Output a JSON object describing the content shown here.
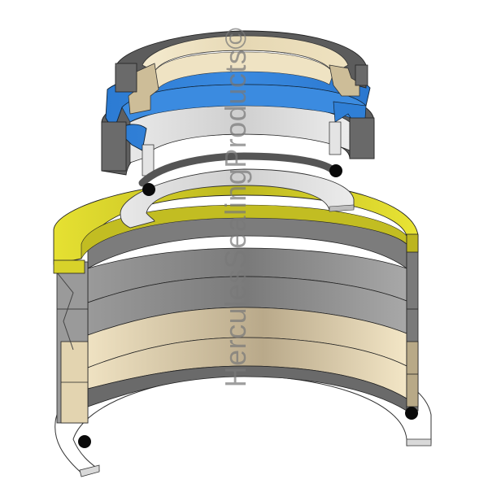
{
  "watermark": "HerculesSealingProducts©",
  "colors": {
    "background": "#ffffff",
    "dark_gray": "#5f5f5f",
    "mid_gray": "#8a8a8a",
    "light_gray": "#d8d8d8",
    "blue": "#2f7fd6",
    "tan": "#dccca8",
    "tan_dark": "#bfb08e",
    "yellow": "#e6e02e",
    "yellow_dark": "#b9b21e",
    "black": "#0a0a0a",
    "outline": "#222222"
  },
  "components": [
    {
      "id": "upper-adapter-housing",
      "color": "dark_gray"
    },
    {
      "id": "upper-tan-header-ring",
      "color": "tan"
    },
    {
      "id": "blue-u-cup-seal",
      "color": "blue"
    },
    {
      "id": "white-backup-ring",
      "color": "light_gray"
    },
    {
      "id": "upper-o-ring",
      "color": "black"
    },
    {
      "id": "gray-split-washer",
      "color": "light_gray"
    },
    {
      "id": "yellow-wiper-ring",
      "color": "yellow"
    },
    {
      "id": "gray-vee-packing-1",
      "color": "mid_gray"
    },
    {
      "id": "gray-vee-packing-2",
      "color": "mid_gray"
    },
    {
      "id": "tan-vee-packing-1",
      "color": "tan"
    },
    {
      "id": "tan-vee-packing-2",
      "color": "tan"
    },
    {
      "id": "lower-o-ring",
      "color": "black"
    },
    {
      "id": "bottom-backup-washer",
      "color": "light_gray"
    }
  ]
}
